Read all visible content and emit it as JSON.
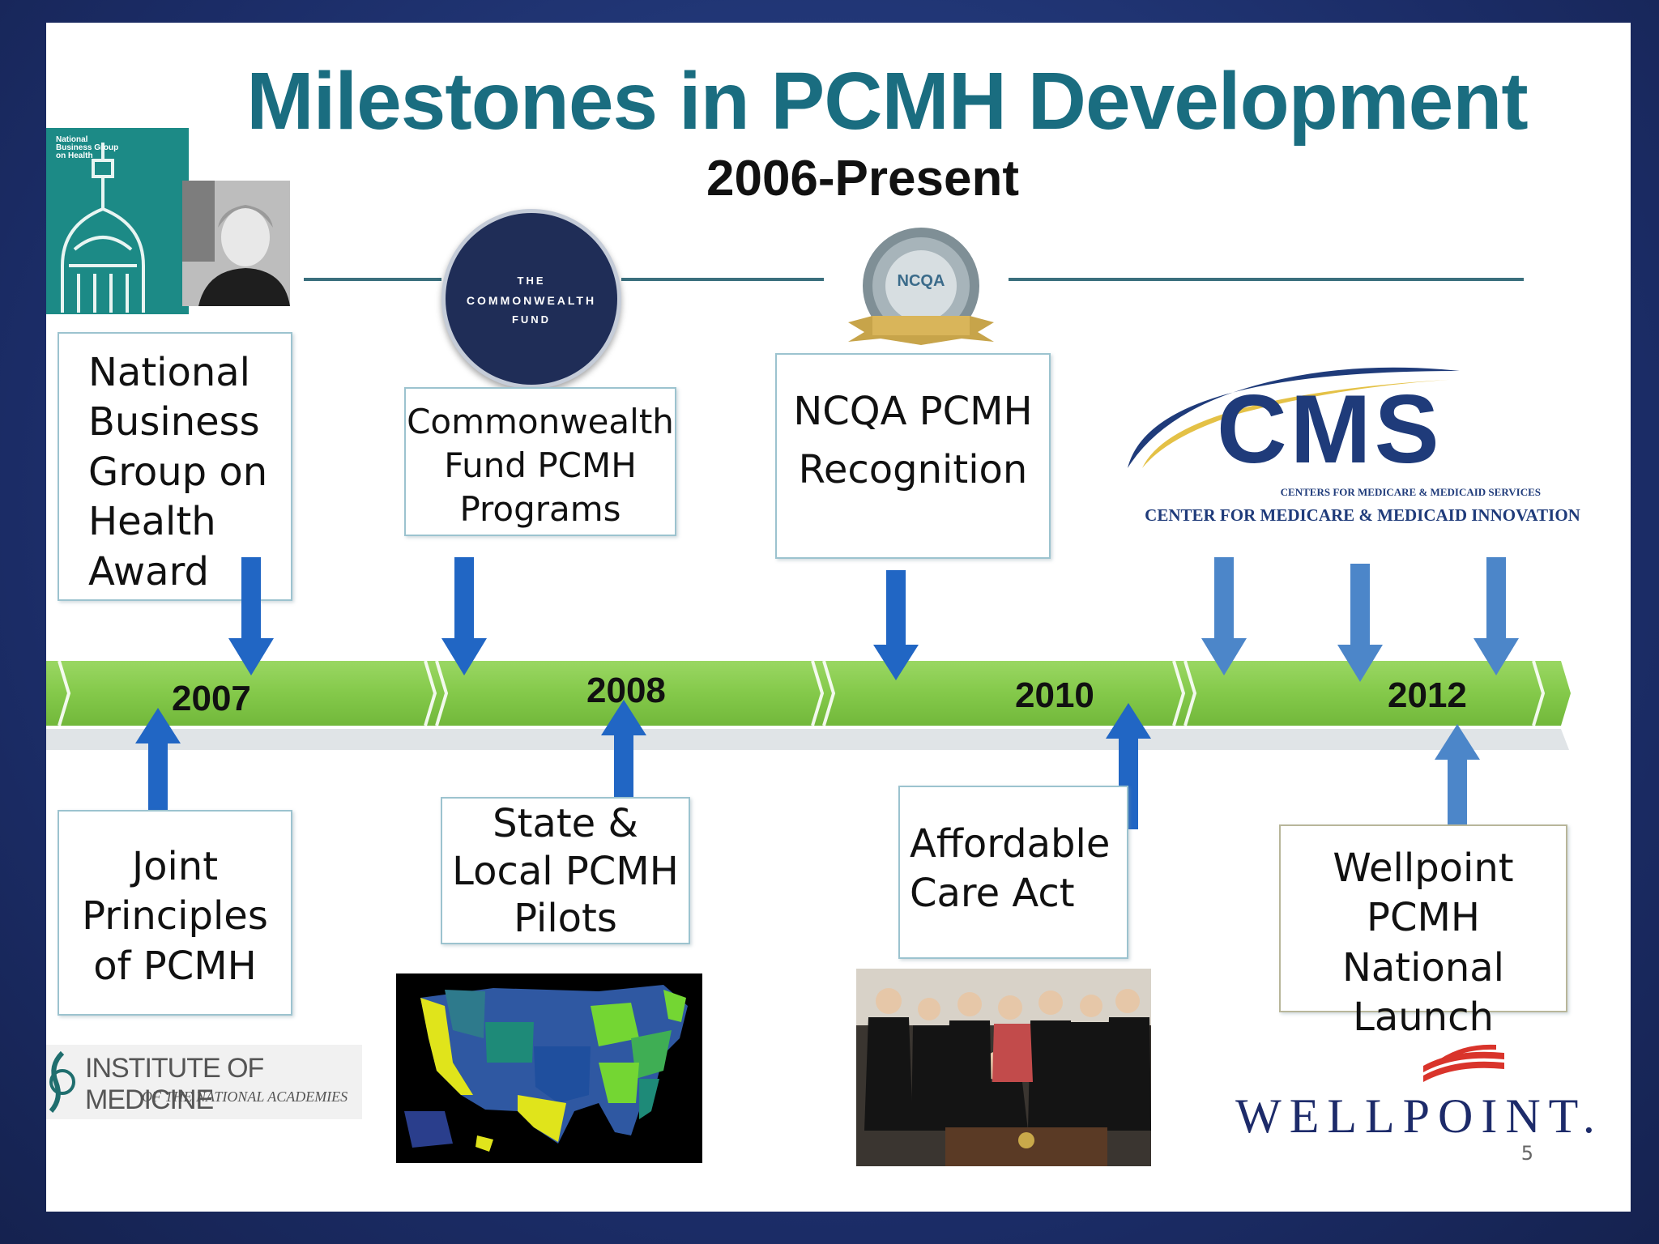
{
  "title": "Milestones in PCMH Development",
  "subtitle": "2006-Present",
  "logos": {
    "nbgh": "National Business Group on Health",
    "commonwealth": [
      "THE",
      "COMMONWEALTH",
      "FUND"
    ],
    "ncqa": "NCQA",
    "cms_main": "CMS",
    "cms_line1": "CENTERS FOR MEDICARE & MEDICAID SERVICES",
    "cms_line2": "CENTER FOR MEDICARE & MEDICAID INNOVATION",
    "iom_line1": "INSTITUTE OF MEDICINE",
    "iom_line2": "OF THE NATIONAL ACADEMIES",
    "wellpoint": "WELLPOINT."
  },
  "top_milestones": [
    {
      "lines": [
        "National",
        "Business",
        "Group on",
        "Health",
        "Award"
      ]
    },
    {
      "lines": [
        "Commonwealth",
        "Fund PCMH",
        "Programs"
      ]
    },
    {
      "lines": [
        "NCQA PCMH",
        "Recognition"
      ]
    }
  ],
  "bottom_milestones": [
    {
      "lines": [
        "Joint",
        "Principles",
        "of PCMH"
      ]
    },
    {
      "lines": [
        "State &",
        "Local PCMH",
        "Pilots"
      ]
    },
    {
      "lines": [
        "Affordable",
        "Care Act"
      ]
    },
    {
      "lines": [
        "Wellpoint",
        "PCMH National",
        "Launch"
      ]
    }
  ],
  "years": [
    "2007",
    "2008",
    "2010",
    "2012"
  ],
  "page_number": "5",
  "colors": {
    "title": "#1a6d80",
    "ribbon": "#8bcf4f",
    "arrow": "#2166c4",
    "arrow_light": "#4c86c9",
    "box_border": "#9cc3cf"
  }
}
